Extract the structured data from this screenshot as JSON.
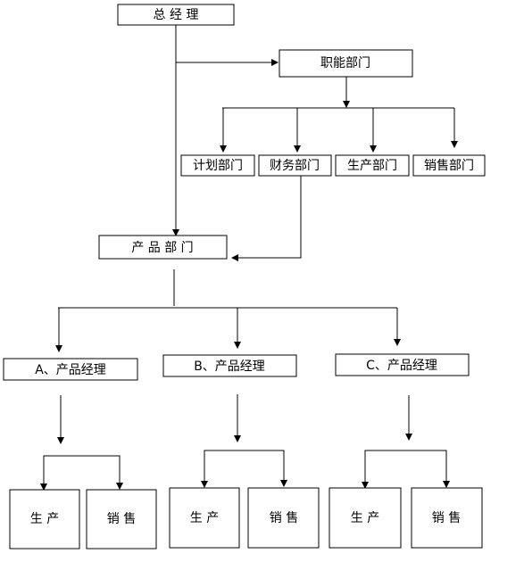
{
  "diagram": {
    "general_manager": "总 经 理",
    "functional_dept": "职能部门",
    "planning_dept": "计划部门",
    "finance_dept": "财务部门",
    "production_dept": "生产部门",
    "sales_dept": "销售部门",
    "product_dept": "产 品 部 门",
    "product_manager_a": "A、产品经理",
    "product_manager_b": "B、产品经理",
    "product_manager_c": "C、产品经理",
    "production_a": "生 产",
    "sales_a": "销 售",
    "production_b": "生 产",
    "sales_b": "销 售",
    "production_c": "生 产",
    "sales_c": "销 售"
  }
}
